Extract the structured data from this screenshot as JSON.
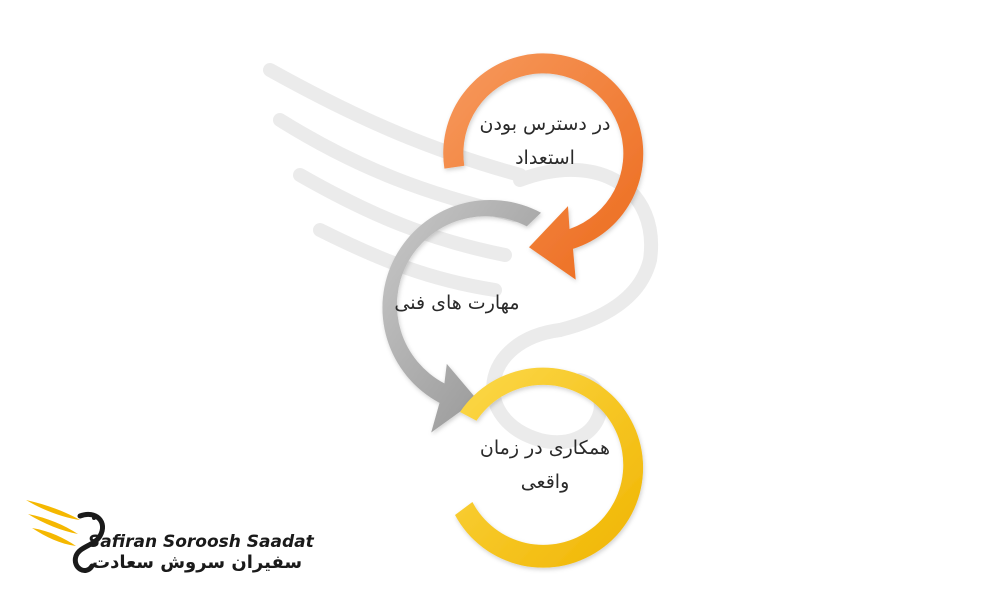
{
  "diagram": {
    "steps": [
      {
        "label": "در دسترس بودن استعداد",
        "color": "#f08030",
        "icon": "circular-arrow-icon"
      },
      {
        "label": "مهارت های فنی",
        "color": "#a8a8a8",
        "icon": "circular-arrow-icon"
      },
      {
        "label": "همکاری در زمان واقعی",
        "color": "#f5c414",
        "icon": "circular-arrow-icon"
      }
    ],
    "watermark_icon": "swan-icon"
  },
  "brand": {
    "name_en": "Safiran Soroosh Saadat",
    "name_fa": "سفیران سروش سعادت",
    "logo_icon": "winged-swan-logo-icon",
    "accent_color": "#f5b800"
  }
}
